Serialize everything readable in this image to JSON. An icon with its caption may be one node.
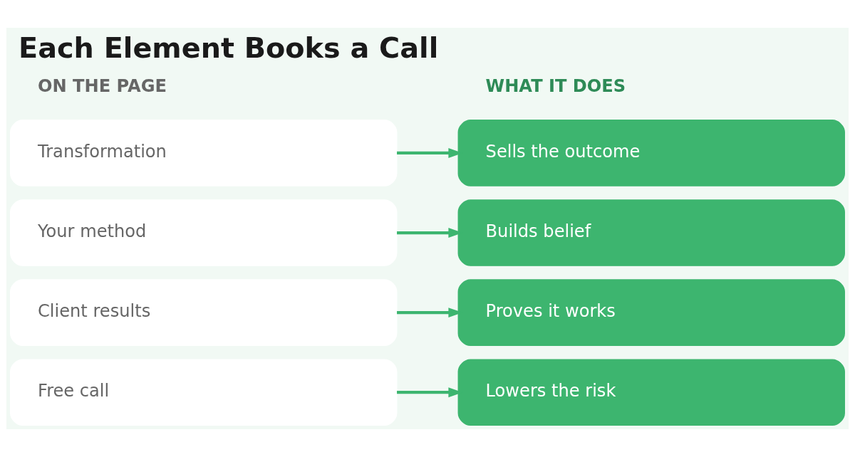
{
  "diagram": {
    "title": "Each Element Books a Call",
    "nodes": [
      {
        "text": [
          "Transformation"
        ]
      },
      {
        "text": [
          "Sells the outcome"
        ]
      },
      {
        "text": [
          "Your method"
        ]
      },
      {
        "text": [
          "Builds belief"
        ]
      },
      {
        "text": [
          "Client results"
        ]
      },
      {
        "text": [
          "Proves it works"
        ]
      },
      {
        "text": [
          "Free call"
        ]
      },
      {
        "text": [
          "Lowers the risk"
        ]
      }
    ],
    "edges": [
      {
        "from": 0,
        "to": 1,
        "arrow": "to"
      },
      {
        "from": 2,
        "to": 3,
        "arrow": "to"
      },
      {
        "from": 4,
        "to": 5,
        "arrow": "to"
      },
      {
        "from": 6,
        "to": 7,
        "arrow": "to"
      }
    ],
    "labels": [
      "ON THE PAGE",
      "WHAT IT DOES"
    ]
  }
}
